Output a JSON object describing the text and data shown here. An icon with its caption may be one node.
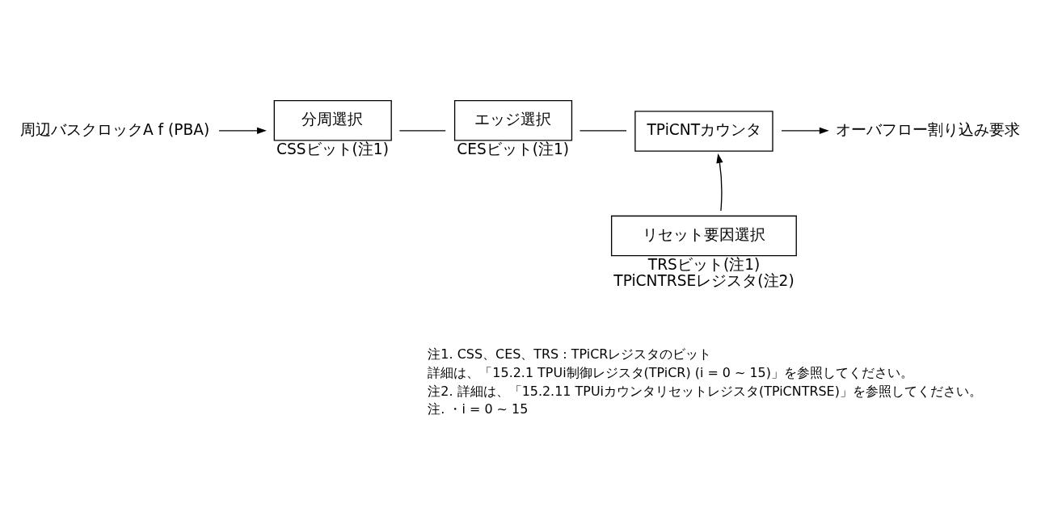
{
  "diagram": {
    "nodes": [
      {
        "text": [
          "周辺バスクロックA f (PBA)"
        ]
      },
      {
        "text": [
          "分周選択"
        ],
        "beside": [
          "CSSビット(注1)"
        ]
      },
      {
        "text": [
          "エッジ選択"
        ],
        "beside": [
          "CESビット(注1)"
        ]
      },
      {
        "text": [
          "TPiCNTカウンタ"
        ]
      },
      {
        "text": [
          "オーバフロー割り込み要求"
        ]
      },
      {
        "text": [
          "リセット要因選択"
        ],
        "beside": [
          "TRSビット(注1)",
          "TPiCNTRSEレジスタ(注2)"
        ]
      }
    ],
    "edges": [
      {
        "from": 0,
        "to": 1,
        "arrow": "to"
      },
      {
        "from": 1,
        "to": 2,
        "arrow": "none"
      },
      {
        "from": 2,
        "to": 3,
        "arrow": "none"
      },
      {
        "from": 3,
        "to": 4,
        "arrow": "to"
      },
      {
        "from": 5,
        "to": 3,
        "arrow": "to"
      }
    ],
    "labels": [
      "注1. CSS、CES、TRS : TPiCRレジスタのビット",
      "詳細は、「15.2.1 TPUi制御レジスタ(TPiCR) (i = 0 ~ 15)」を参照してください。",
      "注2. 詳細は、「15.2.11 TPUiカウンタリセットレジスタ(TPiCNTRSE)」を参照してください。",
      "注. ・i = 0 ~ 15"
    ]
  }
}
